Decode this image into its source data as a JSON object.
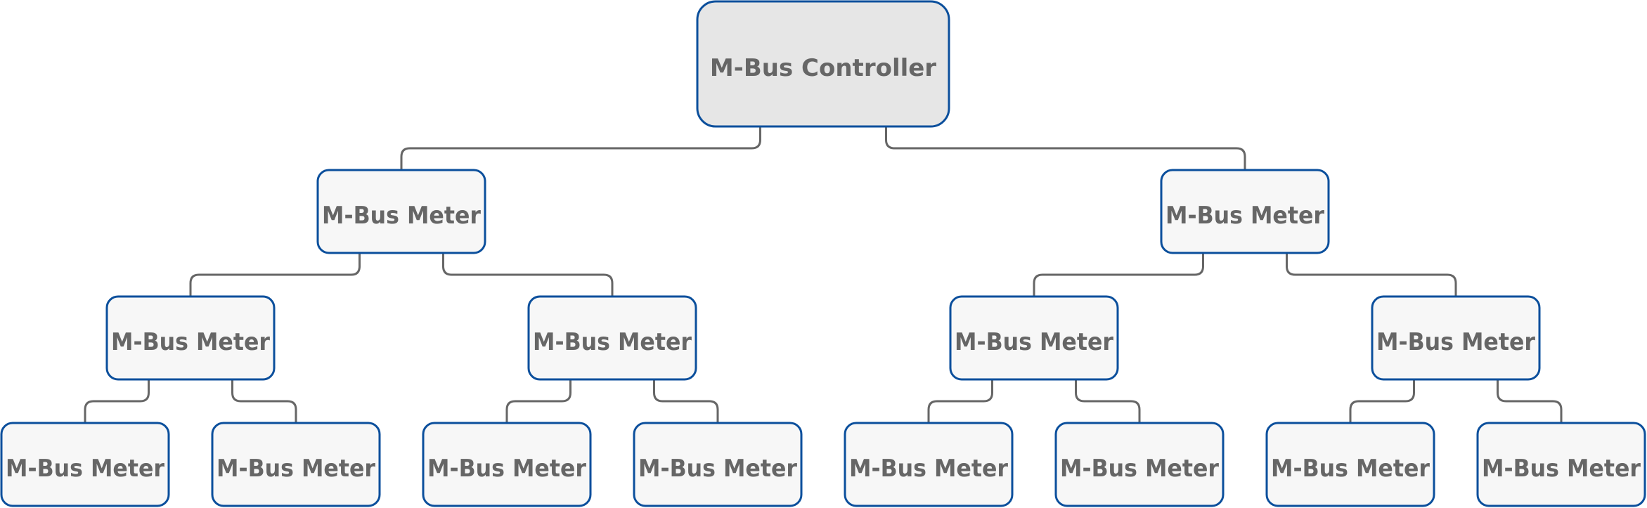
{
  "colors": {
    "node_border": "#0b4f9c",
    "root_fill": "#e6e6e6",
    "node_fill": "#f7f7f7",
    "connector": "#666666",
    "label": "#666666"
  },
  "tree": {
    "root": {
      "id": "controller",
      "label": "M-Bus Controller",
      "children": [
        {
          "id": "meter-l1-a",
          "label": "M-Bus Meter",
          "children": [
            {
              "id": "meter-l2-a",
              "label": "M-Bus Meter",
              "children": [
                {
                  "id": "meter-l3-a",
                  "label": "M-Bus Meter",
                  "children": []
                },
                {
                  "id": "meter-l3-b",
                  "label": "M-Bus Meter",
                  "children": []
                }
              ]
            },
            {
              "id": "meter-l2-b",
              "label": "M-Bus Meter",
              "children": [
                {
                  "id": "meter-l3-c",
                  "label": "M-Bus Meter",
                  "children": []
                },
                {
                  "id": "meter-l3-d",
                  "label": "M-Bus Meter",
                  "children": []
                }
              ]
            }
          ]
        },
        {
          "id": "meter-l1-b",
          "label": "M-Bus Meter",
          "children": [
            {
              "id": "meter-l2-c",
              "label": "M-Bus Meter",
              "children": [
                {
                  "id": "meter-l3-e",
                  "label": "M-Bus Meter",
                  "children": []
                },
                {
                  "id": "meter-l3-f",
                  "label": "M-Bus Meter",
                  "children": []
                }
              ]
            },
            {
              "id": "meter-l2-d",
              "label": "M-Bus Meter",
              "children": [
                {
                  "id": "meter-l3-g",
                  "label": "M-Bus Meter",
                  "children": []
                },
                {
                  "id": "meter-l3-h",
                  "label": "M-Bus Meter",
                  "children": []
                }
              ]
            }
          ]
        }
      ]
    }
  }
}
